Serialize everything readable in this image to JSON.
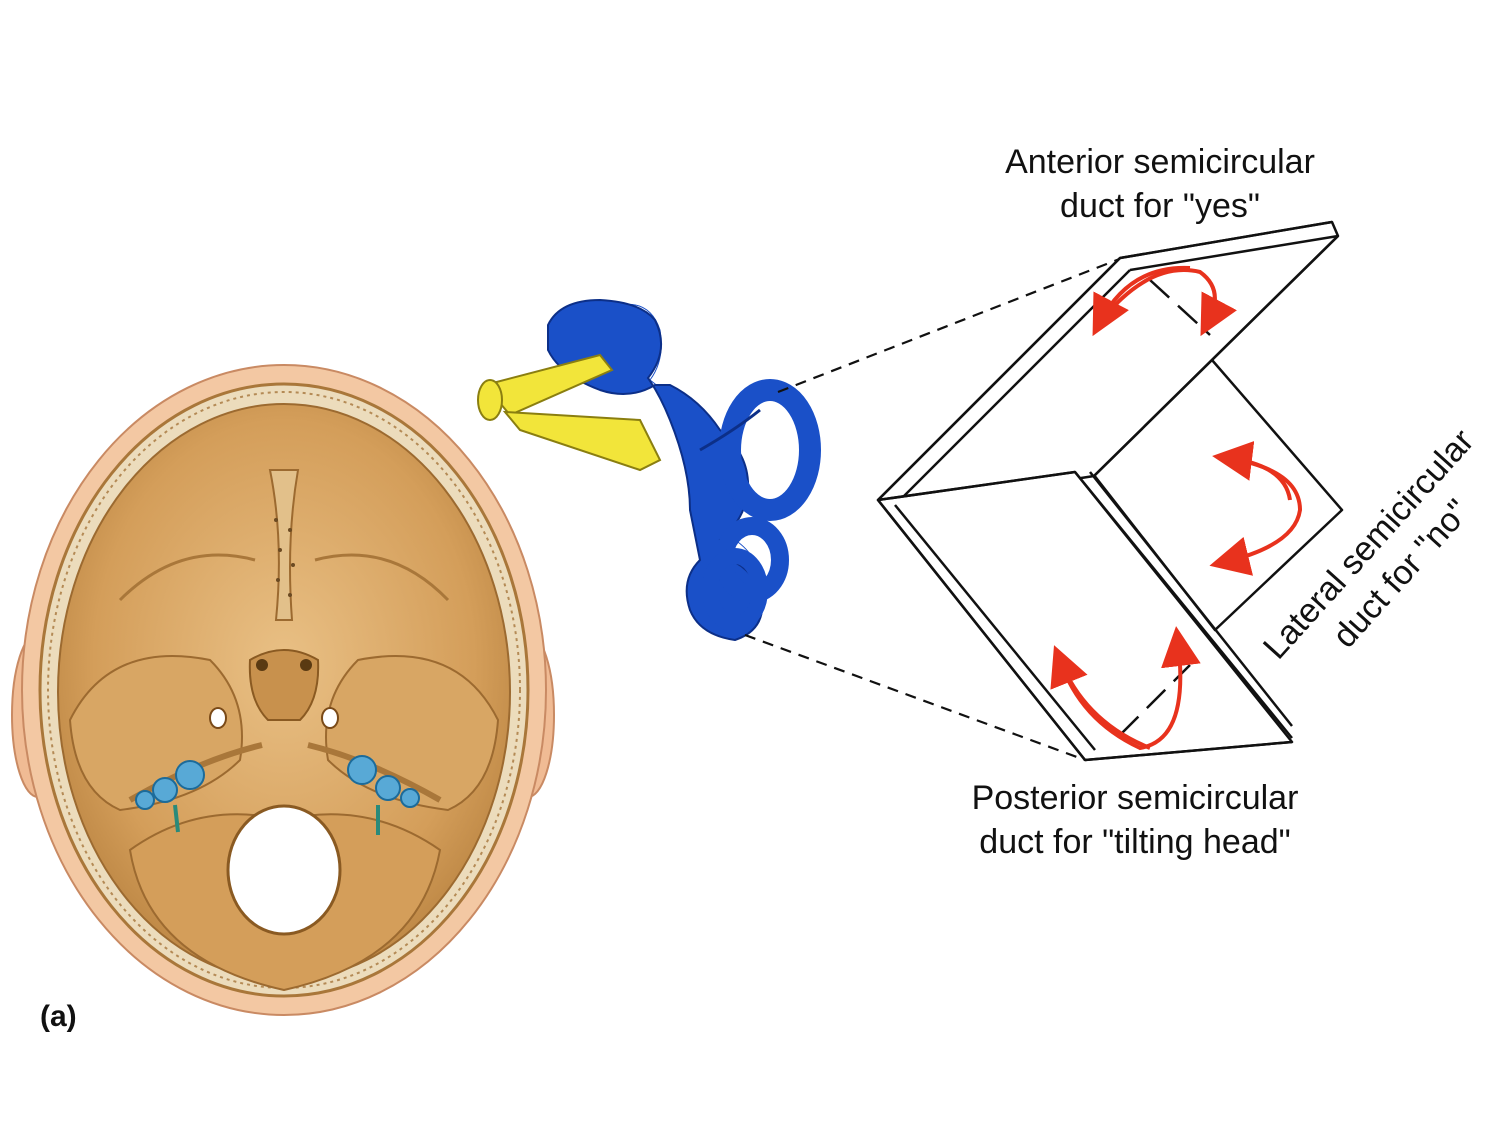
{
  "labels": {
    "anterior": {
      "line1": "Anterior semicircular",
      "line2": "duct for \"yes\""
    },
    "lateral": {
      "line1": "Lateral semicircular",
      "line2": "duct for \"no\""
    },
    "posterior": {
      "line1": "Posterior semicircular",
      "line2": "duct for \"tilting head\""
    },
    "panel": "(a)"
  },
  "colors": {
    "bone": "#d9a866",
    "bone_dark": "#a9773a",
    "skin": "#f3c8a3",
    "labyrinth": "#1a50c8",
    "nerve": "#f2e53a",
    "arrow": "#e8321d",
    "inner_ear_small": "#4aa0d0"
  }
}
